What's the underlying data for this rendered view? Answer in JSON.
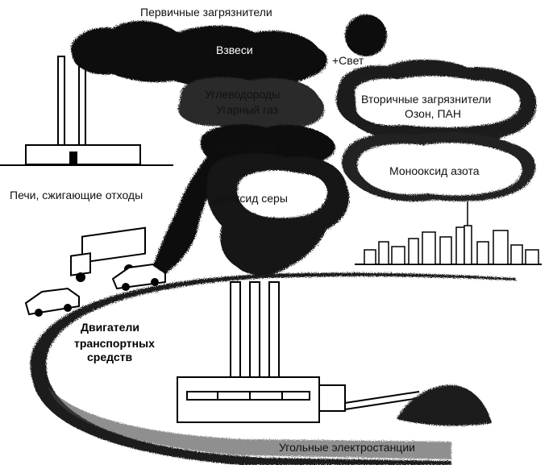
{
  "labels": {
    "primary_pollutants": "Первичные загрязнители",
    "suspended_particles": "Взвеси",
    "light": "+Свет",
    "hydrocarbons": "Углеводороды",
    "carbon_monoxide": "Угарный газ",
    "nitrogen_oxide": "Оксид азота",
    "secondary_pollutants": "Вторичные загрязнители",
    "ozone_pan": "Озон, ПАН",
    "nitrogen_monoxide": "Монооксид азота",
    "sulfur_dioxide": "Диоксид серы",
    "incinerators": "Печи, сжигающие отходы",
    "vehicle_engines_line1": "Двигатели",
    "vehicle_engines_line2": "транспортных",
    "vehicle_engines_line3": "средств",
    "coal_power_plants": "Угольные электростанции"
  }
}
